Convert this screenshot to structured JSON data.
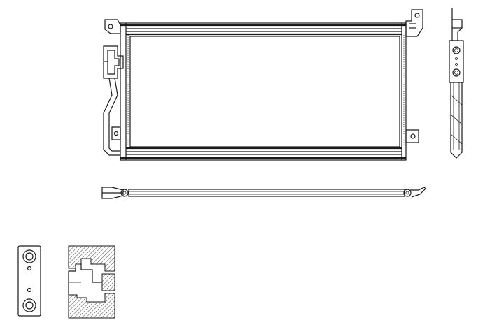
{
  "drawing": {
    "line_color": "#1a1a1a",
    "background": "#ffffff",
    "views": [
      {
        "id": "front-view"
      },
      {
        "id": "side-view"
      },
      {
        "id": "top-view"
      },
      {
        "id": "fitting-plate-front"
      },
      {
        "id": "fitting-plate-section"
      }
    ]
  }
}
